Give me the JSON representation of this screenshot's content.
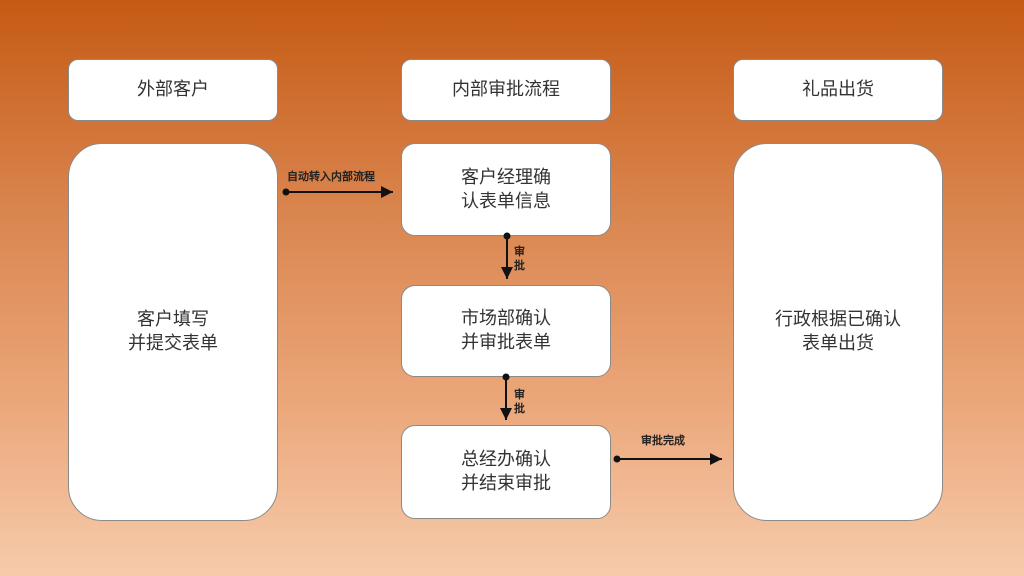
{
  "headers": {
    "left": "外部客户",
    "middle": "内部审批流程",
    "right": "礼品出货"
  },
  "columns": {
    "left": {
      "line1": "客户填写",
      "line2": "并提交表单"
    },
    "right": {
      "line1": "行政根据已确认",
      "line2": "表单出货"
    }
  },
  "steps": [
    {
      "line1": "客户经理确",
      "line2": "认表单信息"
    },
    {
      "line1": "市场部确认",
      "line2": "并审批表单"
    },
    {
      "line1": "总经办确认",
      "line2": "并结束审批"
    }
  ],
  "connectors": {
    "to_internal": "自动转入内部流程",
    "approve1_a": "审",
    "approve1_b": "批",
    "approve2_a": "审",
    "approve2_b": "批",
    "complete": "审批完成"
  }
}
